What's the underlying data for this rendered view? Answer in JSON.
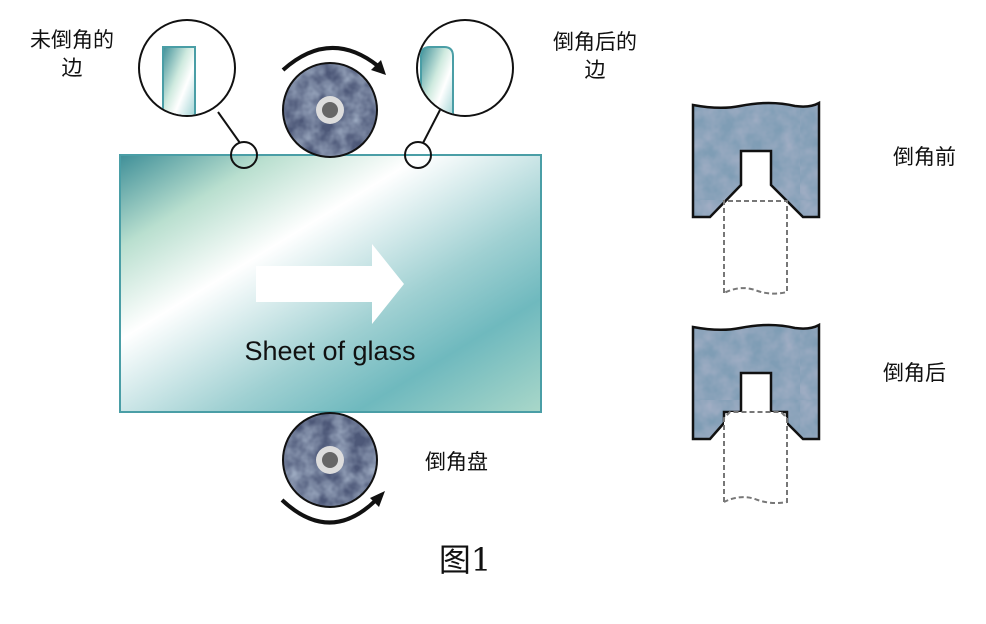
{
  "labels": {
    "unchamfered_edge_line1": "未倒角的",
    "unchamfered_edge_line2": "边",
    "chamfered_edge_line1": "倒角后的",
    "chamfered_edge_line2": "边",
    "glass": "Sheet of glass",
    "chamfer_wheel": "倒角盘",
    "before": "倒角前",
    "after": "倒角后",
    "figure": "图1"
  },
  "colors": {
    "glass_edge": "#4a9ea6",
    "glass_dark": "#3f8f98",
    "wheel": "#4f5d7c",
    "outline": "#111111"
  }
}
